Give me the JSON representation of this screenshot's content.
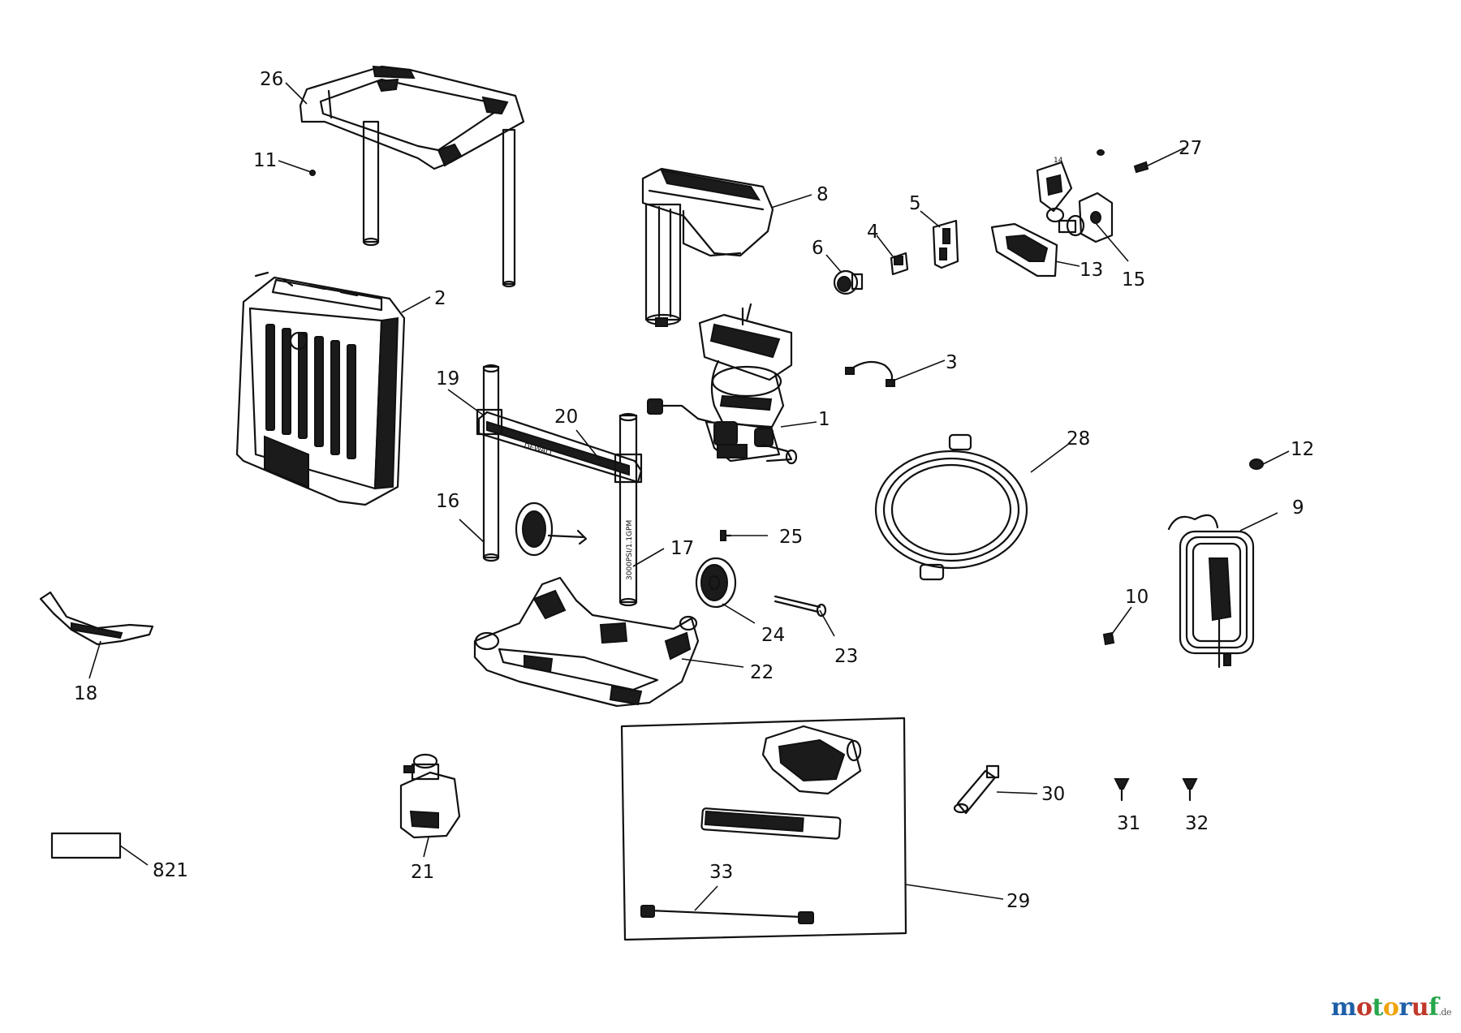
{
  "callouts": {
    "n1": "1",
    "n2": "2",
    "n3": "3",
    "n4": "4",
    "n5": "5",
    "n6": "6",
    "n8": "8",
    "n9": "9",
    "n10": "10",
    "n11": "11",
    "n12": "12",
    "n13": "13",
    "n14": "14",
    "n15": "15",
    "n16": "16",
    "n17": "17",
    "n18": "18",
    "n19": "19",
    "n20": "20",
    "n21": "21",
    "n22": "22",
    "n23": "23",
    "n24": "24",
    "n25": "25",
    "n26": "26",
    "n27": "27",
    "n28": "28",
    "n29": "29",
    "n30": "30",
    "n31": "31",
    "n32": "32",
    "n33": "33",
    "n821": "821"
  },
  "part_markings": {
    "brand": "DEWALT",
    "rating": "3000PSI/1.1GPM"
  },
  "watermark": {
    "brand": "moto",
    "brand_end": "ruf",
    "suffix": ".de",
    "colors": {
      "m": "#1f5fa8",
      "o1": "#c0392b",
      "t": "#27a64a",
      "o2": "#f0a30a",
      "r": "#1f5fa8",
      "u": "#c0392b",
      "f": "#27a64a"
    }
  }
}
